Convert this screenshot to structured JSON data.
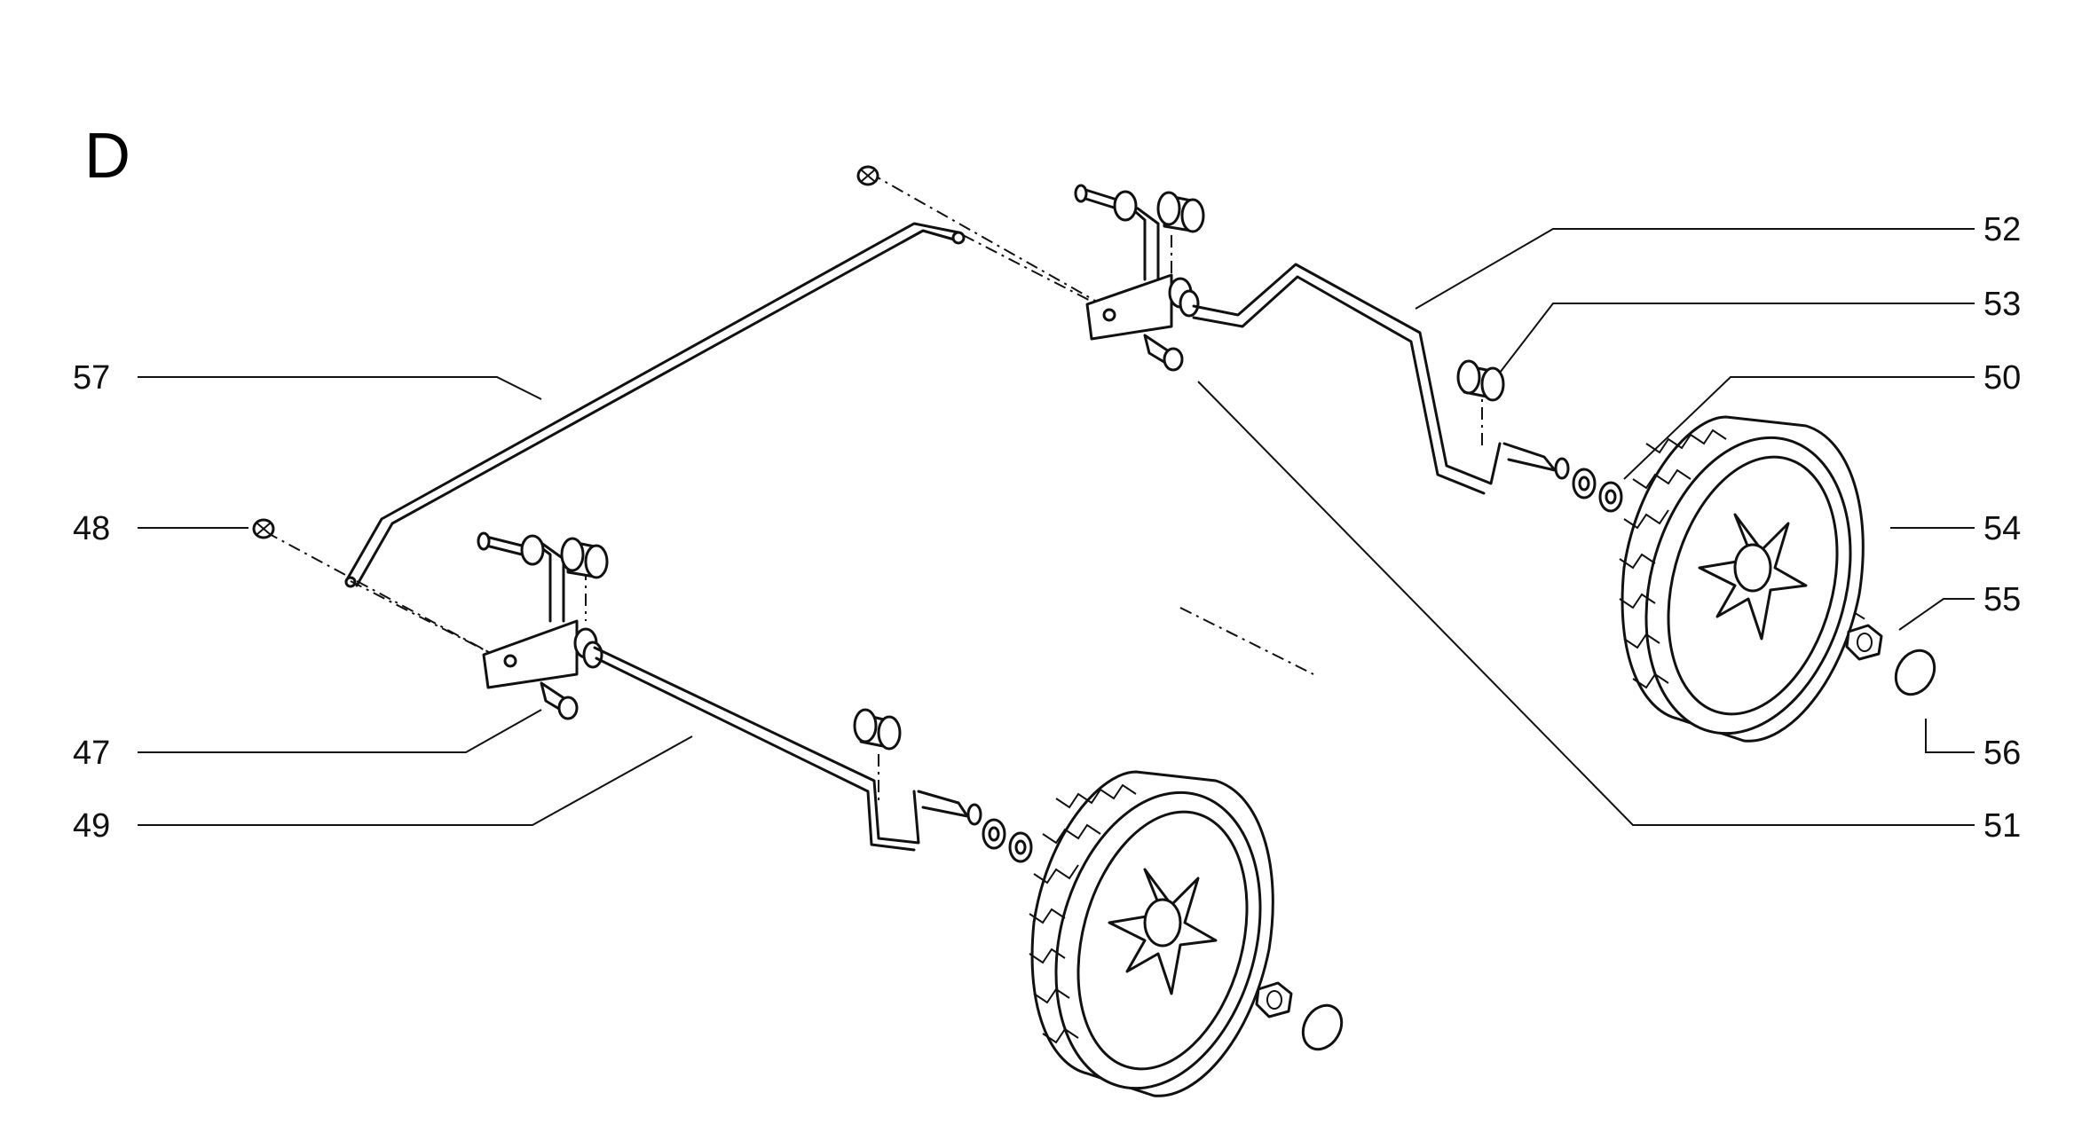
{
  "section_letter": "D",
  "callouts": {
    "c57": "57",
    "c48": "48",
    "c47": "47",
    "c49": "49",
    "c52": "52",
    "c53": "53",
    "c50": "50",
    "c54": "54",
    "c55": "55",
    "c56": "56",
    "c51": "51"
  }
}
